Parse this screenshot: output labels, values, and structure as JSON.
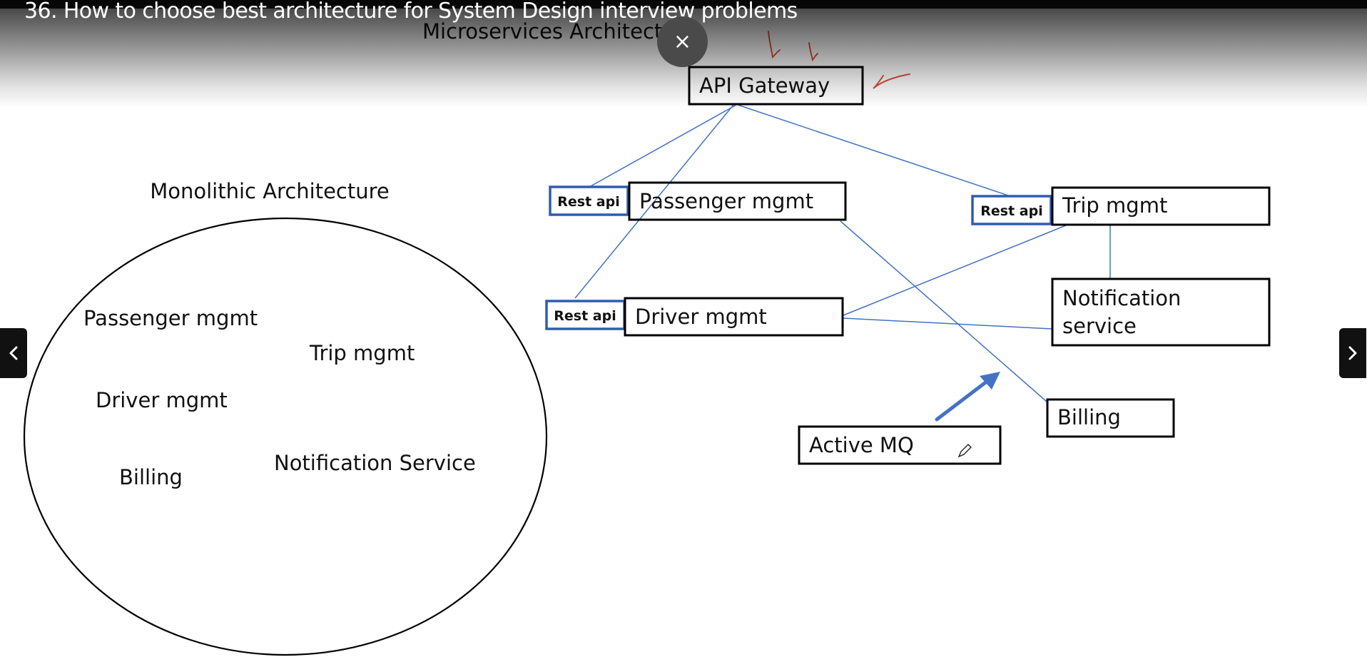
{
  "video": {
    "title": "36. How to choose best architecture for System Design interview problems",
    "close_label": "×"
  },
  "monolith": {
    "title": "Monolithic Architecture",
    "modules": [
      "Passenger mgmt",
      "Trip mgmt",
      "Driver mgmt",
      "Billing",
      "Notification Service"
    ]
  },
  "microservices": {
    "title": "Microservices Architecture",
    "gateway": "API Gateway",
    "rest_api_label": "Rest api",
    "services": {
      "passenger": "Passenger mgmt",
      "trip": "Trip mgmt",
      "driver": "Driver mgmt",
      "notification_line1": "Notification",
      "notification_line2": "service",
      "billing": "Billing",
      "mq": "Active MQ"
    }
  },
  "colors": {
    "connector": "#4472C4",
    "rest_border": "#2E5DB0",
    "annotation": "#E0533D",
    "overlay_text": "#ffffff"
  }
}
